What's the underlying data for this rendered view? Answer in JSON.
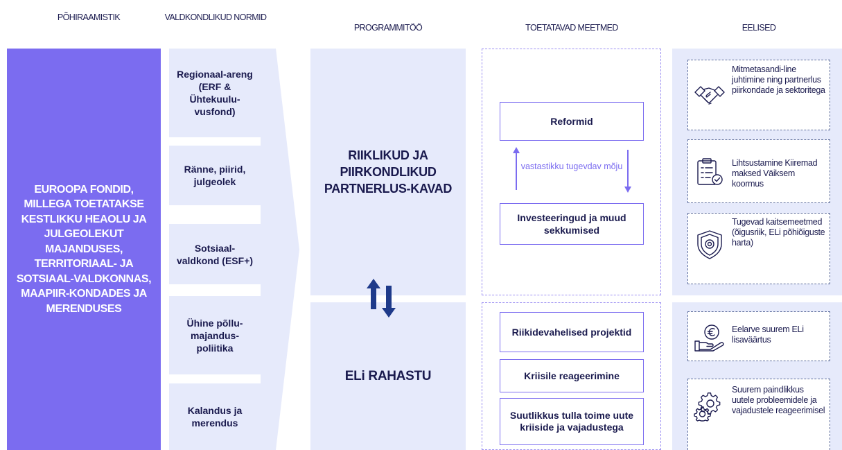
{
  "headers": {
    "main_objective": "PÕHIRAAMISTIK",
    "sector_norms": "VALDKONDLIKUD NORMID",
    "programming": "PROGRAMMITÖÖ",
    "supported_measures": "TOETATAVAD MEETMED",
    "benefits": "EELISED"
  },
  "left_block": "EUROOPA FONDID, MILLEGA TOETATAKSE KESTLIKKU HEAOLU JA JULGEOLEKUT MAJANDUSES, TERRITORIAAL- JA SOTSIAAL-VALDKONNAS, MAAPIIR-KONDADES JA MERENDUSES",
  "norms": [
    "Regionaal-areng (ERF & Ühtekuulu-vusfond)",
    "Ränne, piirid, julgeolek",
    "Sotsiaal-valdkond (ESF+)",
    "Ühine põllu-majandus-poliitika",
    "Kalandus ja merendus"
  ],
  "programming": {
    "partnership_plans": "RIIKLIKUD JA PIIRKONDLIKUD PARTNERLUS-KAVAD",
    "eu_funding": "ELi RAHASTU"
  },
  "measures": {
    "reforms": "Reformid",
    "mutual_effect": "vastastikku tugevdav mõju",
    "investments": "Investeeringud ja muud sekkumised",
    "cross_border": "Riikidevahelised projektid",
    "crisis": "Kriisile reageerimine",
    "capacity": "Suutlikkus tulla toime uute kriiside ja vajadustega"
  },
  "benefits": [
    {
      "icon": "handshake-icon",
      "text": "Mitmetasandi-line juhtimine ning partnerlus piirkondade ja sektoritega"
    },
    {
      "icon": "checklist-icon",
      "text": "Lihtsustamine Kiiremad maksed Väiksem koormus"
    },
    {
      "icon": "shield-icon",
      "text": "Tugevad kaitsemeetmed (õigusriik, ELi põhiõiguste harta)"
    },
    {
      "icon": "euro-hand-icon",
      "text": "Eelarve suurem ELi lisaväärtus"
    },
    {
      "icon": "gears-icon",
      "text": "Suurem paindlikkus uutele probleemidele ja vajadustele reageerimisel"
    }
  ],
  "colors": {
    "accent": "#7b6cf0",
    "light_panel": "#e6eafb",
    "dark_text": "#1a1a4e",
    "arrow_blue": "#1e3a8a"
  }
}
